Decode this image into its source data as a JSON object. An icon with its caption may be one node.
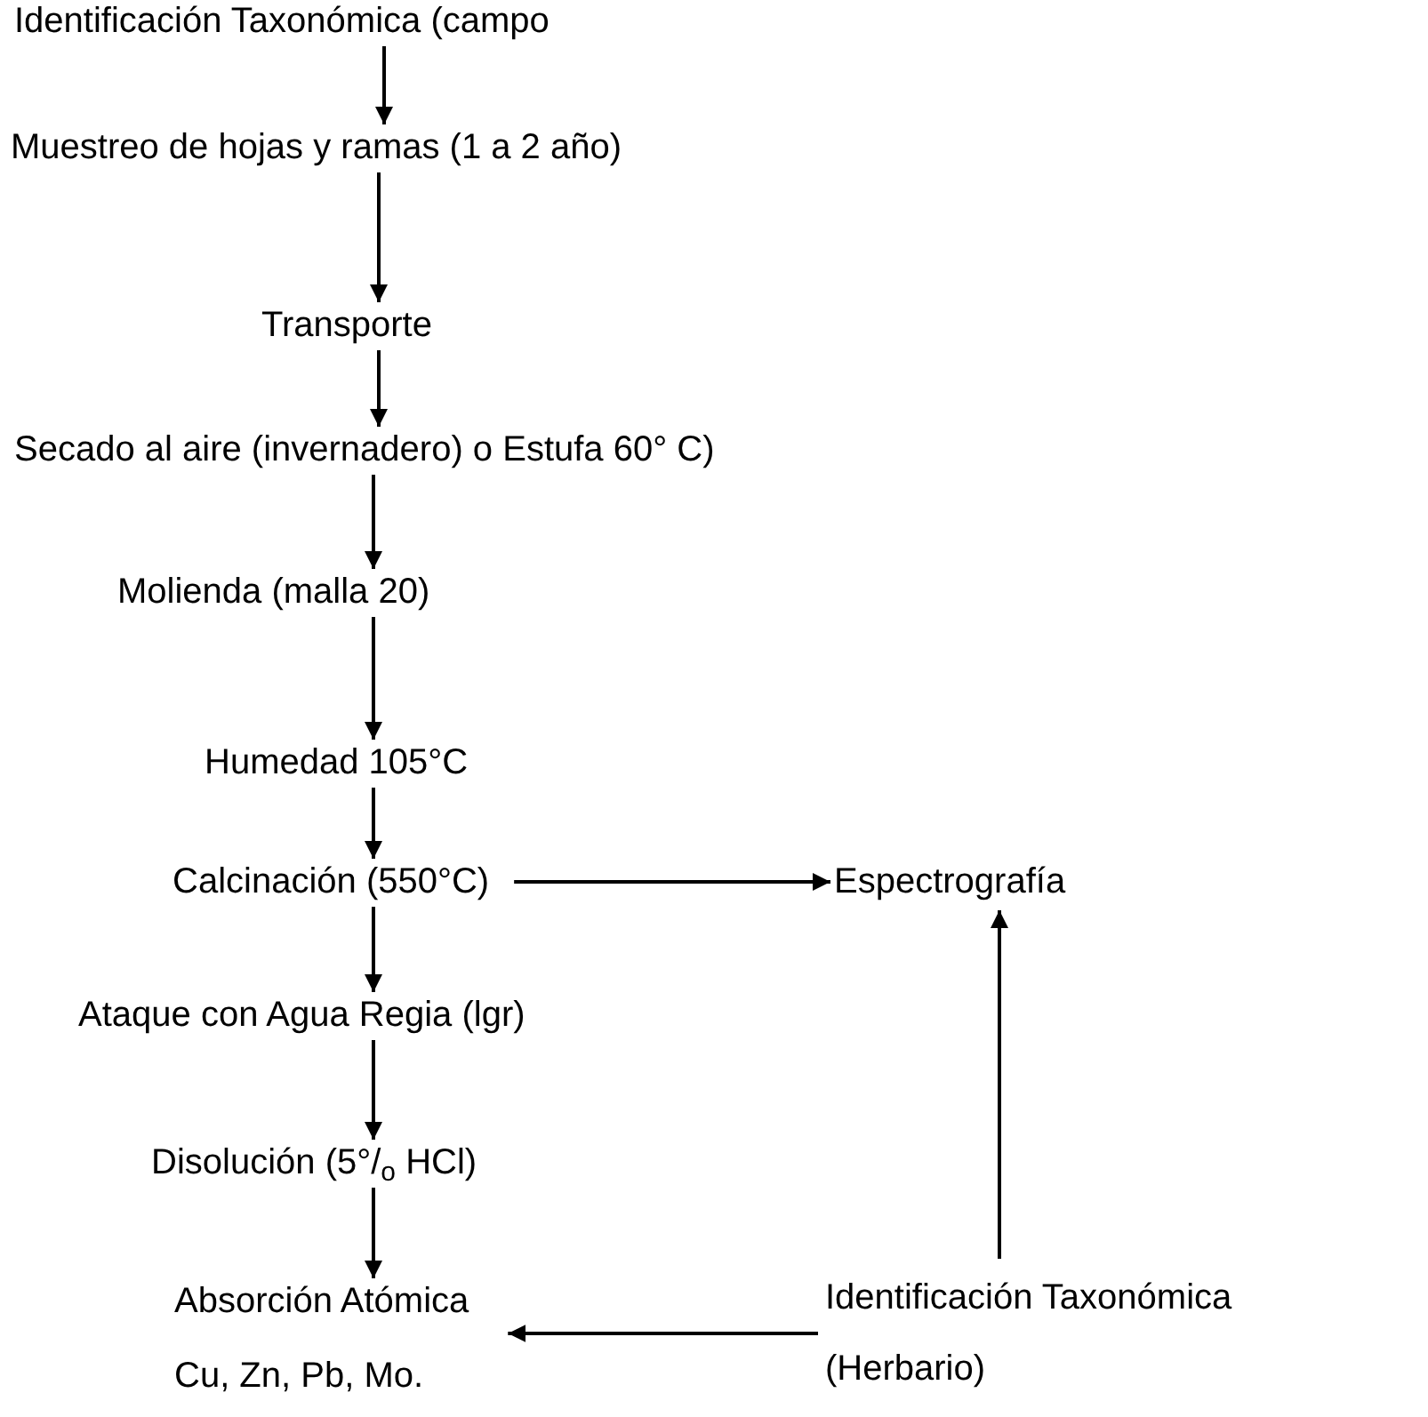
{
  "diagram": {
    "nodes": [
      {
        "text": [
          "Identificación Taxonómica (campo"
        ]
      },
      {
        "text": [
          "Muestreo de hojas y ramas (1 a 2 año)"
        ]
      },
      {
        "text": [
          "Transporte"
        ]
      },
      {
        "text": [
          "Secado al aire (invernadero) o Estufa 60° C)"
        ]
      },
      {
        "text": [
          "Molienda (malla 20)"
        ]
      },
      {
        "text": [
          "Humedad 105°C"
        ]
      },
      {
        "text": [
          "Calcinación (550°C)"
        ]
      },
      {
        "text": [
          "Espectrografía"
        ]
      },
      {
        "text": [
          "Ataque con Agua Regia (lgr)"
        ]
      },
      {
        "text": [
          "Disolución (5°/$_{o}$ HCl)"
        ]
      },
      {
        "text": [
          "Absorción Atómica",
          "Cu, Zn, Pb, Mo."
        ]
      },
      {
        "text": [
          "Identificación Taxonómica (Herbario)"
        ]
      }
    ],
    "edges": [
      {
        "from": 0,
        "to": 1,
        "arrow": "to"
      },
      {
        "from": 1,
        "to": 2,
        "arrow": "to"
      },
      {
        "from": 2,
        "to": 3,
        "arrow": "to"
      },
      {
        "from": 3,
        "to": 4,
        "arrow": "to"
      },
      {
        "from": 4,
        "to": 5,
        "arrow": "to"
      },
      {
        "from": 5,
        "to": 6,
        "arrow": "to"
      },
      {
        "from": 6,
        "to": 7,
        "arrow": "to"
      },
      {
        "from": 6,
        "to": 8,
        "arrow": "to"
      },
      {
        "from": 8,
        "to": 9,
        "arrow": "to"
      },
      {
        "from": 9,
        "to": 10,
        "arrow": "to"
      },
      {
        "from": 11,
        "to": 10,
        "arrow": "to"
      },
      {
        "from": 11,
        "to": 7,
        "arrow": "to"
      }
    ]
  }
}
